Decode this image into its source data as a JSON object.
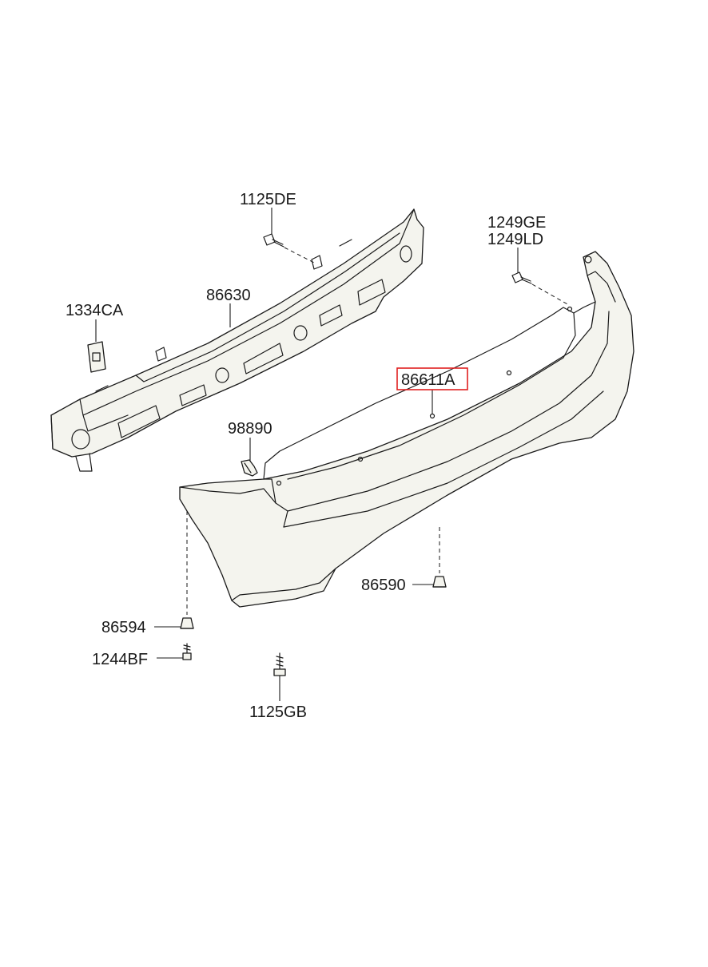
{
  "diagram": {
    "highlight_color": "#e02020",
    "line_color": "#1a1a1a",
    "part_fill_color": "#f4f4ee",
    "highlighted_part": "86611A",
    "labels": {
      "p1125DE": "1125DE",
      "p1249GE": "1249GE",
      "p1249LD": "1249LD",
      "p1334CA": "1334CA",
      "p86630": "86630",
      "p86611A": "86611A",
      "p98890": "98890",
      "p86590": "86590",
      "p86594": "86594",
      "p1244BF": "1244BF",
      "p1125GB": "1125GB"
    }
  }
}
